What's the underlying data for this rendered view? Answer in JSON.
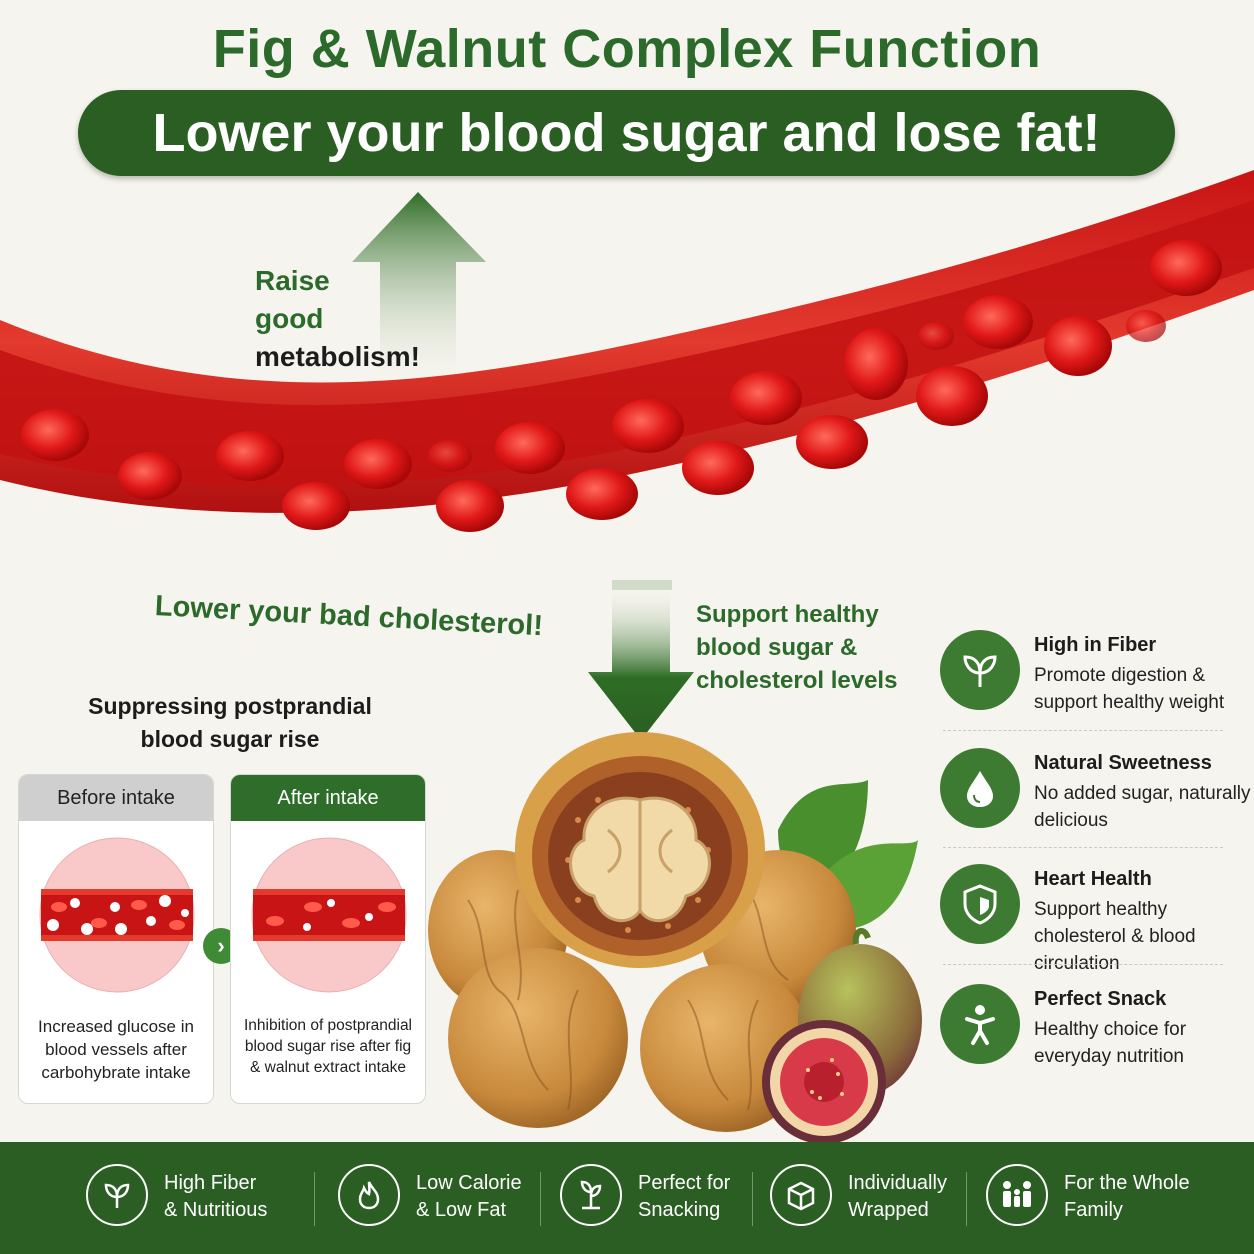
{
  "header": {
    "title": "Fig & Walnut Complex Function",
    "banner": "Lower your blood sugar and lose fat!"
  },
  "annotations": {
    "raise_line1": "Raise",
    "raise_line2": "good",
    "raise_line3": "metabolism!",
    "lower": "Lower your bad cholesterol!",
    "support_line1": "Support healthy",
    "support_line2": "blood sugar &",
    "support_line3": "cholesterol levels"
  },
  "comparison": {
    "title_line1": "Suppressing postprandial",
    "title_line2": "blood sugar rise",
    "before": {
      "label": "Before intake",
      "caption": "Increased glucose in blood vessels after carbohybrate intake"
    },
    "after": {
      "label": "After intake",
      "caption": "Inhibition of postprandial blood sugar rise after fig & walnut extract intake"
    },
    "arrow_glyph": "›"
  },
  "features": [
    {
      "icon": "leaf-icon",
      "title": "High in Fiber",
      "desc": "Promote digestion & support healthy weight"
    },
    {
      "icon": "water-drop-icon",
      "title": "Natural Sweetness",
      "desc": "No added sugar, naturally delicious"
    },
    {
      "icon": "shield-icon",
      "title": "Heart Health",
      "desc": "Support healthy cholesterol & blood circulation"
    },
    {
      "icon": "person-icon",
      "title": "Perfect Snack",
      "desc": "Healthy choice for everyday nutrition"
    }
  ],
  "footer": [
    {
      "icon": "leaf-icon",
      "line1": "High Fiber",
      "line2": "& Nutritious"
    },
    {
      "icon": "flame-icon",
      "line1": "Low Calorie",
      "line2": "& Low Fat"
    },
    {
      "icon": "sprout-icon",
      "line1": "Perfect for",
      "line2": "Snacking"
    },
    {
      "icon": "package-icon",
      "line1": "Individually",
      "line2": "Wrapped"
    },
    {
      "icon": "family-icon",
      "line1": "For the Whole",
      "line2": "Family"
    }
  ],
  "colors": {
    "brand_green": "#2a5e23",
    "accent_green": "#3d7a32",
    "vessel_red": "#d41f1f",
    "background": "#f6f4ee"
  }
}
